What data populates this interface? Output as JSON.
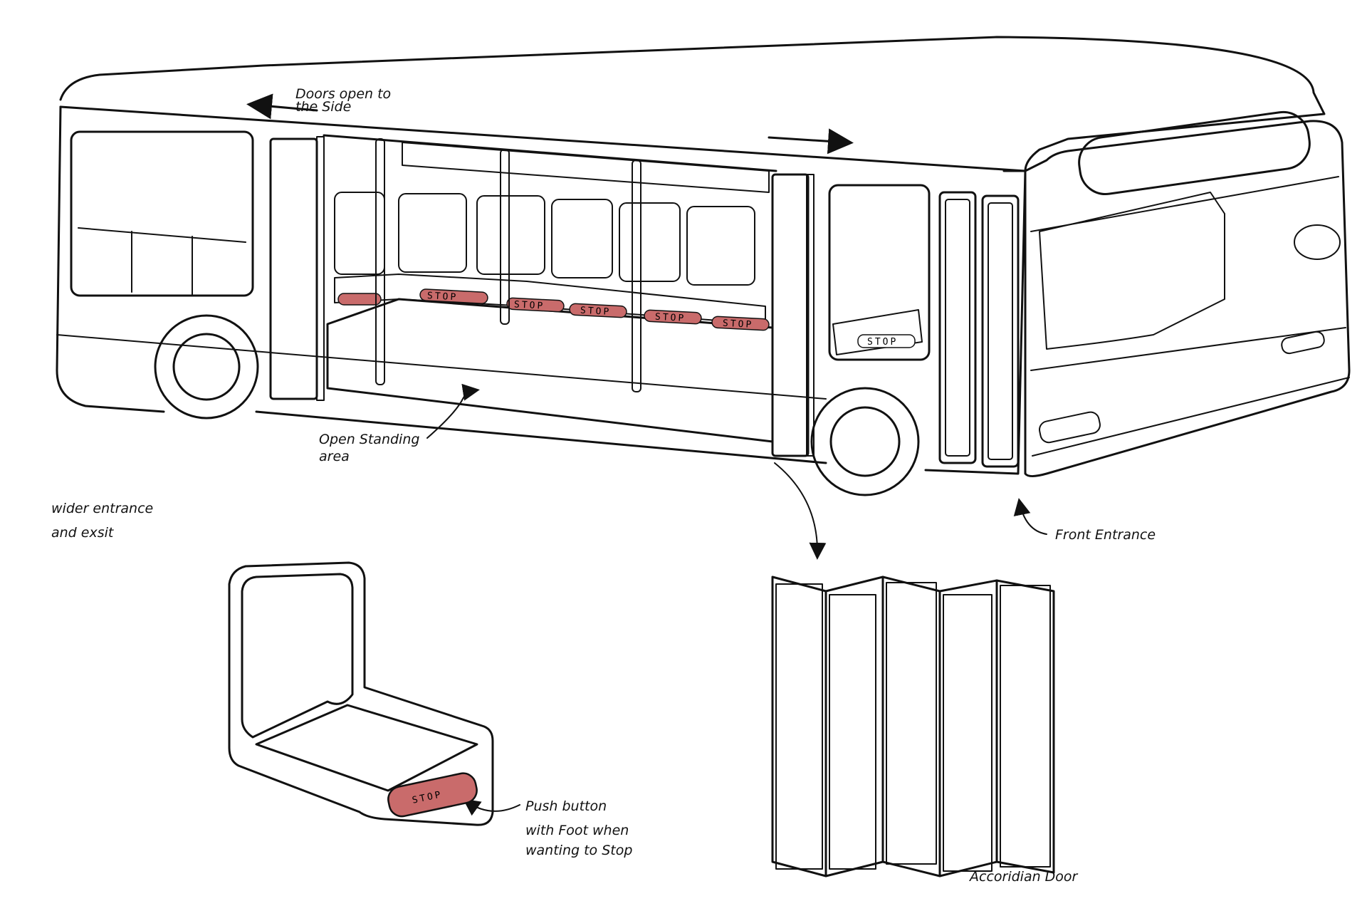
{
  "labels": {
    "doors_open": [
      "Doors open to",
      "the Side"
    ],
    "open_standing": [
      "Open Standing",
      "area"
    ],
    "wider_entrance": [
      "wider entrance",
      "and exsit"
    ],
    "front_entrance": "Front Entrance",
    "push_button": [
      "Push button",
      "with Foot when",
      "wanting to Stop"
    ],
    "accordion_door": "Accoridian Door"
  },
  "stop_button_text": "STOP",
  "colors": {
    "ink": "#111111",
    "seat": "#6e6e6e",
    "floor": "#d4d4d4",
    "stop_red": "#c96b6b",
    "glass": "#f2f2f2",
    "body": "#ffffff"
  }
}
